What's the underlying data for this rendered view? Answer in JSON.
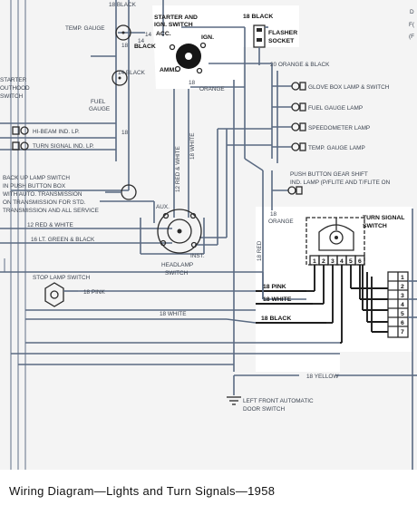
{
  "caption": "Wiring Diagram—Lights and Turn Signals—1958",
  "labels": {
    "w18_black_top_left": "18 BLACK",
    "temp_gauge": "TEMP. GAUGE",
    "w18_top": "18",
    "w14_a": "14",
    "w14_b": "14",
    "starter_switch_1": "STARTER AND",
    "starter_switch_2": "IGN. SWITCH",
    "acc": "ACC.",
    "ign": "IGN.",
    "black": "BLACK",
    "amm": "AMM.",
    "w14_black": "14 BLACK",
    "w18_black_flasher": "18 BLACK",
    "flasher_1": "FLASHER",
    "flasher_2": "SOCKET",
    "w20_orange_black": "20 ORANGE & BLACK",
    "glove_box": "GLOVE BOX LAMP & SWITCH",
    "fuel_gauge_lamp": "FUEL GAUGE LAMP",
    "speedometer_lamp": "SPEEDOMETER LAMP",
    "temp_gauge_lamp": "TEMP. GAUGE LAMP",
    "starter_l1": "STARTER",
    "starter_l2": "OUTHOOD",
    "starter_l3": "SWITCH",
    "fuel_gauge_1": "FUEL",
    "fuel_gauge_2": "GAUGE",
    "w18_orange_top": "18",
    "orange_top": "ORANGE",
    "w18_mid": "18",
    "hi_beam": "HI-BEAM IND. LP.",
    "turn_ind": "TURN SIGNAL IND. LP.",
    "w12_red_white_v": "12 RED & WHITE",
    "w18_white_v": "18 WHITE",
    "pb_gear_1": "PUSH BUTTON GEAR SHIFT",
    "pb_gear_2": "IND. LAMP (P/FLITE AND T/FLITE ON",
    "w18_orange_mid": "18",
    "orange_mid": "ORANGE",
    "backup_1": "BACK UP LAMP SWITCH",
    "backup_2": "IN PUSH BUTTON BOX",
    "backup_3": "WITH AUTO. TRANSMISSION",
    "backup_4": "ON TRANSMISSION FOR STD.",
    "backup_5": "TRANSMISSION AND ALL SERVICE",
    "aux": "AUX.",
    "turn_sw_1": "TURN SIGNAL",
    "turn_sw_2": "SWITCH",
    "w12_red_white_h": "12 RED & WHITE",
    "w16_lt_green_black": "16 LT. GREEN & BLACK",
    "w18_red_v": "18 RED",
    "instr": "INST.",
    "headlamp_1": "HEADLAMP",
    "headlamp_2": "SWITCH",
    "stop_lamp": "STOP LAMP SWITCH",
    "w18_pink_left": "18 PINK",
    "w18_pink_right": "18 PINK",
    "w18_white_right": "18 WHITE",
    "w18_white_mid": "18 WHITE",
    "w18_black_right": "18 BLACK",
    "w18_yellow": "18 YELLOW",
    "left_front_1": "LEFT FRONT AUTOMATIC",
    "left_front_2": "DOOR SWITCH",
    "sw_t1": "1",
    "sw_t2": "2",
    "sw_t3": "3",
    "sw_t4": "4",
    "sw_t5": "5",
    "sw_t6": "6",
    "rc_1": "1",
    "rc_2": "2",
    "rc_3": "3",
    "rc_4": "4",
    "rc_5": "5",
    "rc_6": "6",
    "rc_7": "7",
    "cut_d": "D",
    "cut_f1": "F(",
    "cut_f2": "(F"
  }
}
